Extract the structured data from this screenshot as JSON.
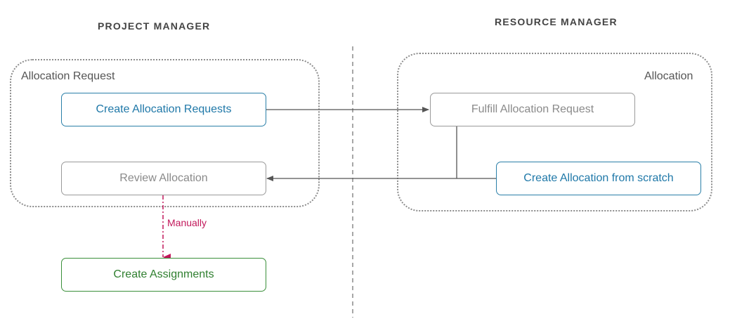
{
  "lanes": {
    "left_title": "PROJECT MANAGER",
    "right_title": "RESOURCE MANAGER"
  },
  "groups": {
    "left_label": "Allocation Request",
    "right_label": "Allocation"
  },
  "nodes": {
    "create_allocation_requests": "Create Allocation Requests",
    "review_allocation": "Review Allocation",
    "create_assignments": "Create Assignments",
    "fulfill_allocation_request": "Fulfill Allocation Request",
    "create_allocation_from_scratch": "Create Allocation from scratch"
  },
  "edges": {
    "manual_label": "Manually"
  },
  "colors": {
    "blue": "#2a7fa8",
    "gray": "#9a9a9a",
    "green": "#3a8f3a",
    "manual": "#c2185b",
    "arrow": "#555555"
  }
}
